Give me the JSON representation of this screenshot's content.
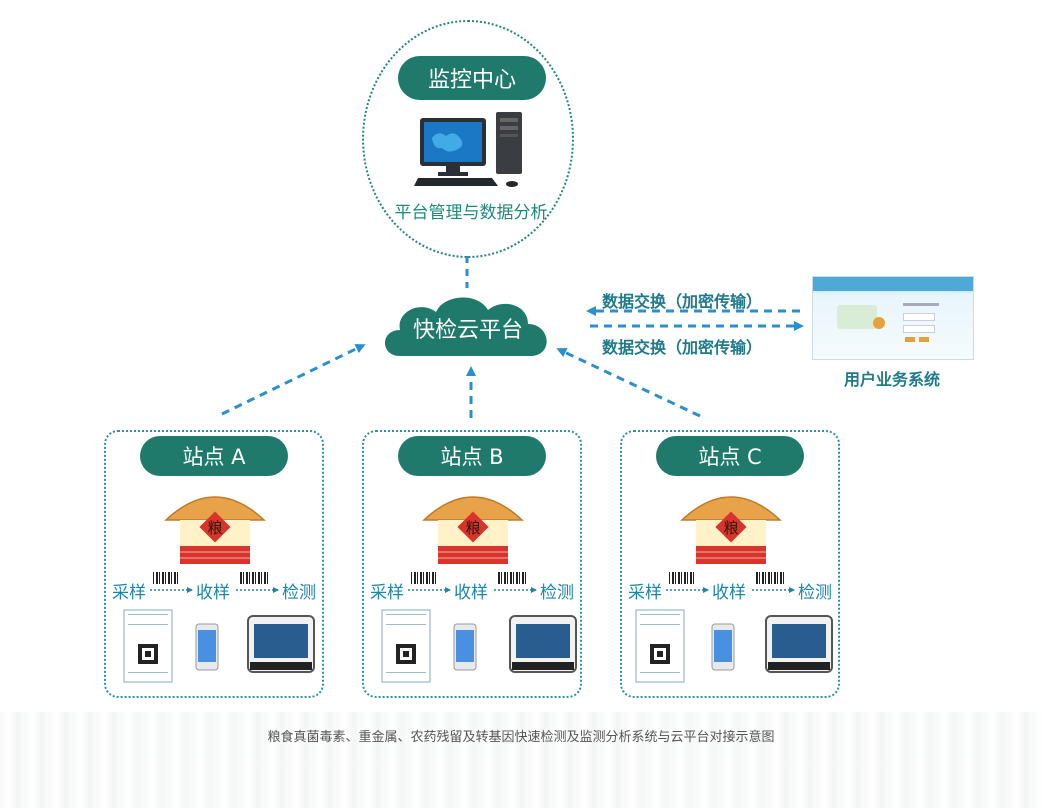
{
  "monitor_center": {
    "title": "监控中心",
    "caption": "平台管理与数据分析"
  },
  "cloud": {
    "label": "快检云平台"
  },
  "exchange": {
    "top_label": "数据交换（加密传输）",
    "bottom_label": "数据交换（加密传输）"
  },
  "user_system": {
    "label": "用户业务系统"
  },
  "stations": [
    {
      "title": "站点 A",
      "granary_char": "粮",
      "step1": "采样",
      "step2": "收样",
      "step3": "检测"
    },
    {
      "title": "站点 B",
      "granary_char": "粮",
      "step1": "采样",
      "step2": "收样",
      "step3": "检测"
    },
    {
      "title": "站点 C",
      "granary_char": "粮",
      "step1": "采样",
      "step2": "收样",
      "step3": "检测"
    }
  ],
  "footer": {
    "caption": "粮食真菌毒素、重金属、农药残留及转基因快速检测及监测分析系统与云平台对接示意图"
  },
  "colors": {
    "teal": "#1f7a6c",
    "arrow_blue": "#2a8fcf",
    "label_blue": "#1a86ad",
    "granary_red": "#d9342b",
    "roof_orange": "#e8a24a"
  },
  "icons": [
    "computer-icon",
    "cloud-icon",
    "granary-icon",
    "barcode-icon",
    "sample-sheet-icon",
    "phone-icon",
    "tablet-icon",
    "user-system-screenshot"
  ]
}
